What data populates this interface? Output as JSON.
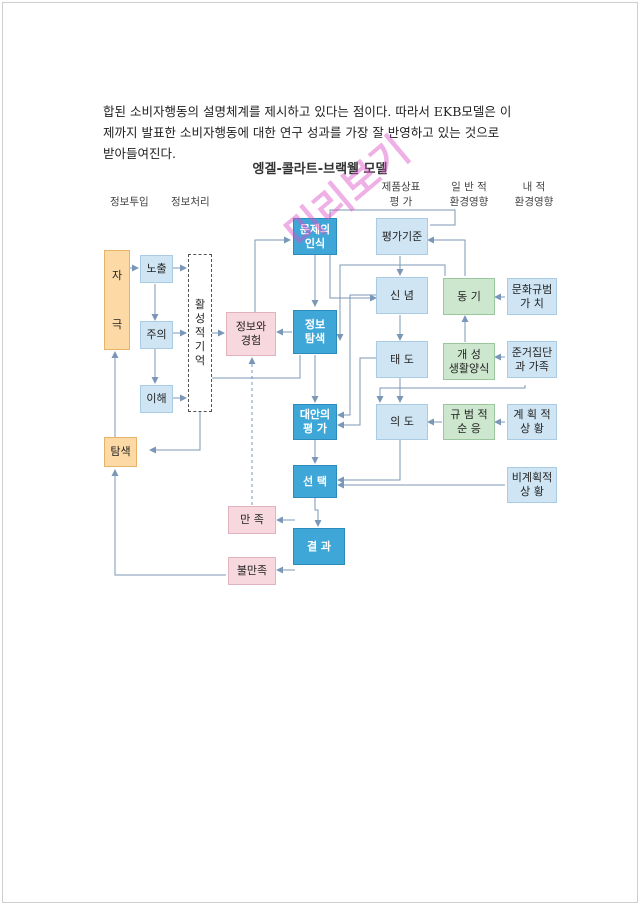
{
  "paragraph": {
    "lines": [
      "합된 소비자행동의 설명체계를 제시하고 있다는 점이다. 따라서 EKB모델은 이",
      "제까지 발표한 소비자행동에 대한 연구 성과를 가장 잘 반영하고 있는 것으로",
      "받아들여진다."
    ]
  },
  "diagram": {
    "title": "엥겔-콜라트-브랙웰 모델",
    "headers": {
      "info_input": "정보투입",
      "info_processing": "정보처리",
      "product_eval_1": "제품상표",
      "product_eval_2": "평 가",
      "general_env_1": "일 반 적",
      "general_env_2": "환경영향",
      "internal_env_1": "내   적",
      "internal_env_2": "환경영향"
    },
    "boxes": {
      "stimulus_1": "자",
      "stimulus_2": "극",
      "exposure": "노출",
      "attention": "주의",
      "comprehension": "이해",
      "search": "탐색",
      "active_memory": [
        "활",
        "성",
        "적",
        "기",
        "억"
      ],
      "info_experience_1": "정보와",
      "info_experience_2": "경험",
      "problem_recognition_1": "문제의",
      "problem_recognition_2": "인식",
      "info_search_1": "정보",
      "info_search_2": "탐색",
      "alt_eval_1": "대안의",
      "alt_eval_2": "평 가",
      "choice": "선  택",
      "outcome": "결  과",
      "satisfaction": "만 족",
      "dissatisfaction": "불만족",
      "eval_criteria": "평가기준",
      "belief": "신  념",
      "attitude": "태  도",
      "intention": "의  도",
      "motive": "동   기",
      "lifestyle_1": "개        성",
      "lifestyle_2": "생활양식",
      "normative_1": "규 범 적",
      "normative_2": "순   응",
      "culture_1": "문화규범",
      "culture_2": "가    치",
      "reference_1": "준거집단",
      "reference_2": "과 가족",
      "planned_1": "계 획 적",
      "planned_2": "상   황",
      "unplanned_1": "비계획적",
      "unplanned_2": "상    황"
    },
    "watermark": "미리보기"
  }
}
